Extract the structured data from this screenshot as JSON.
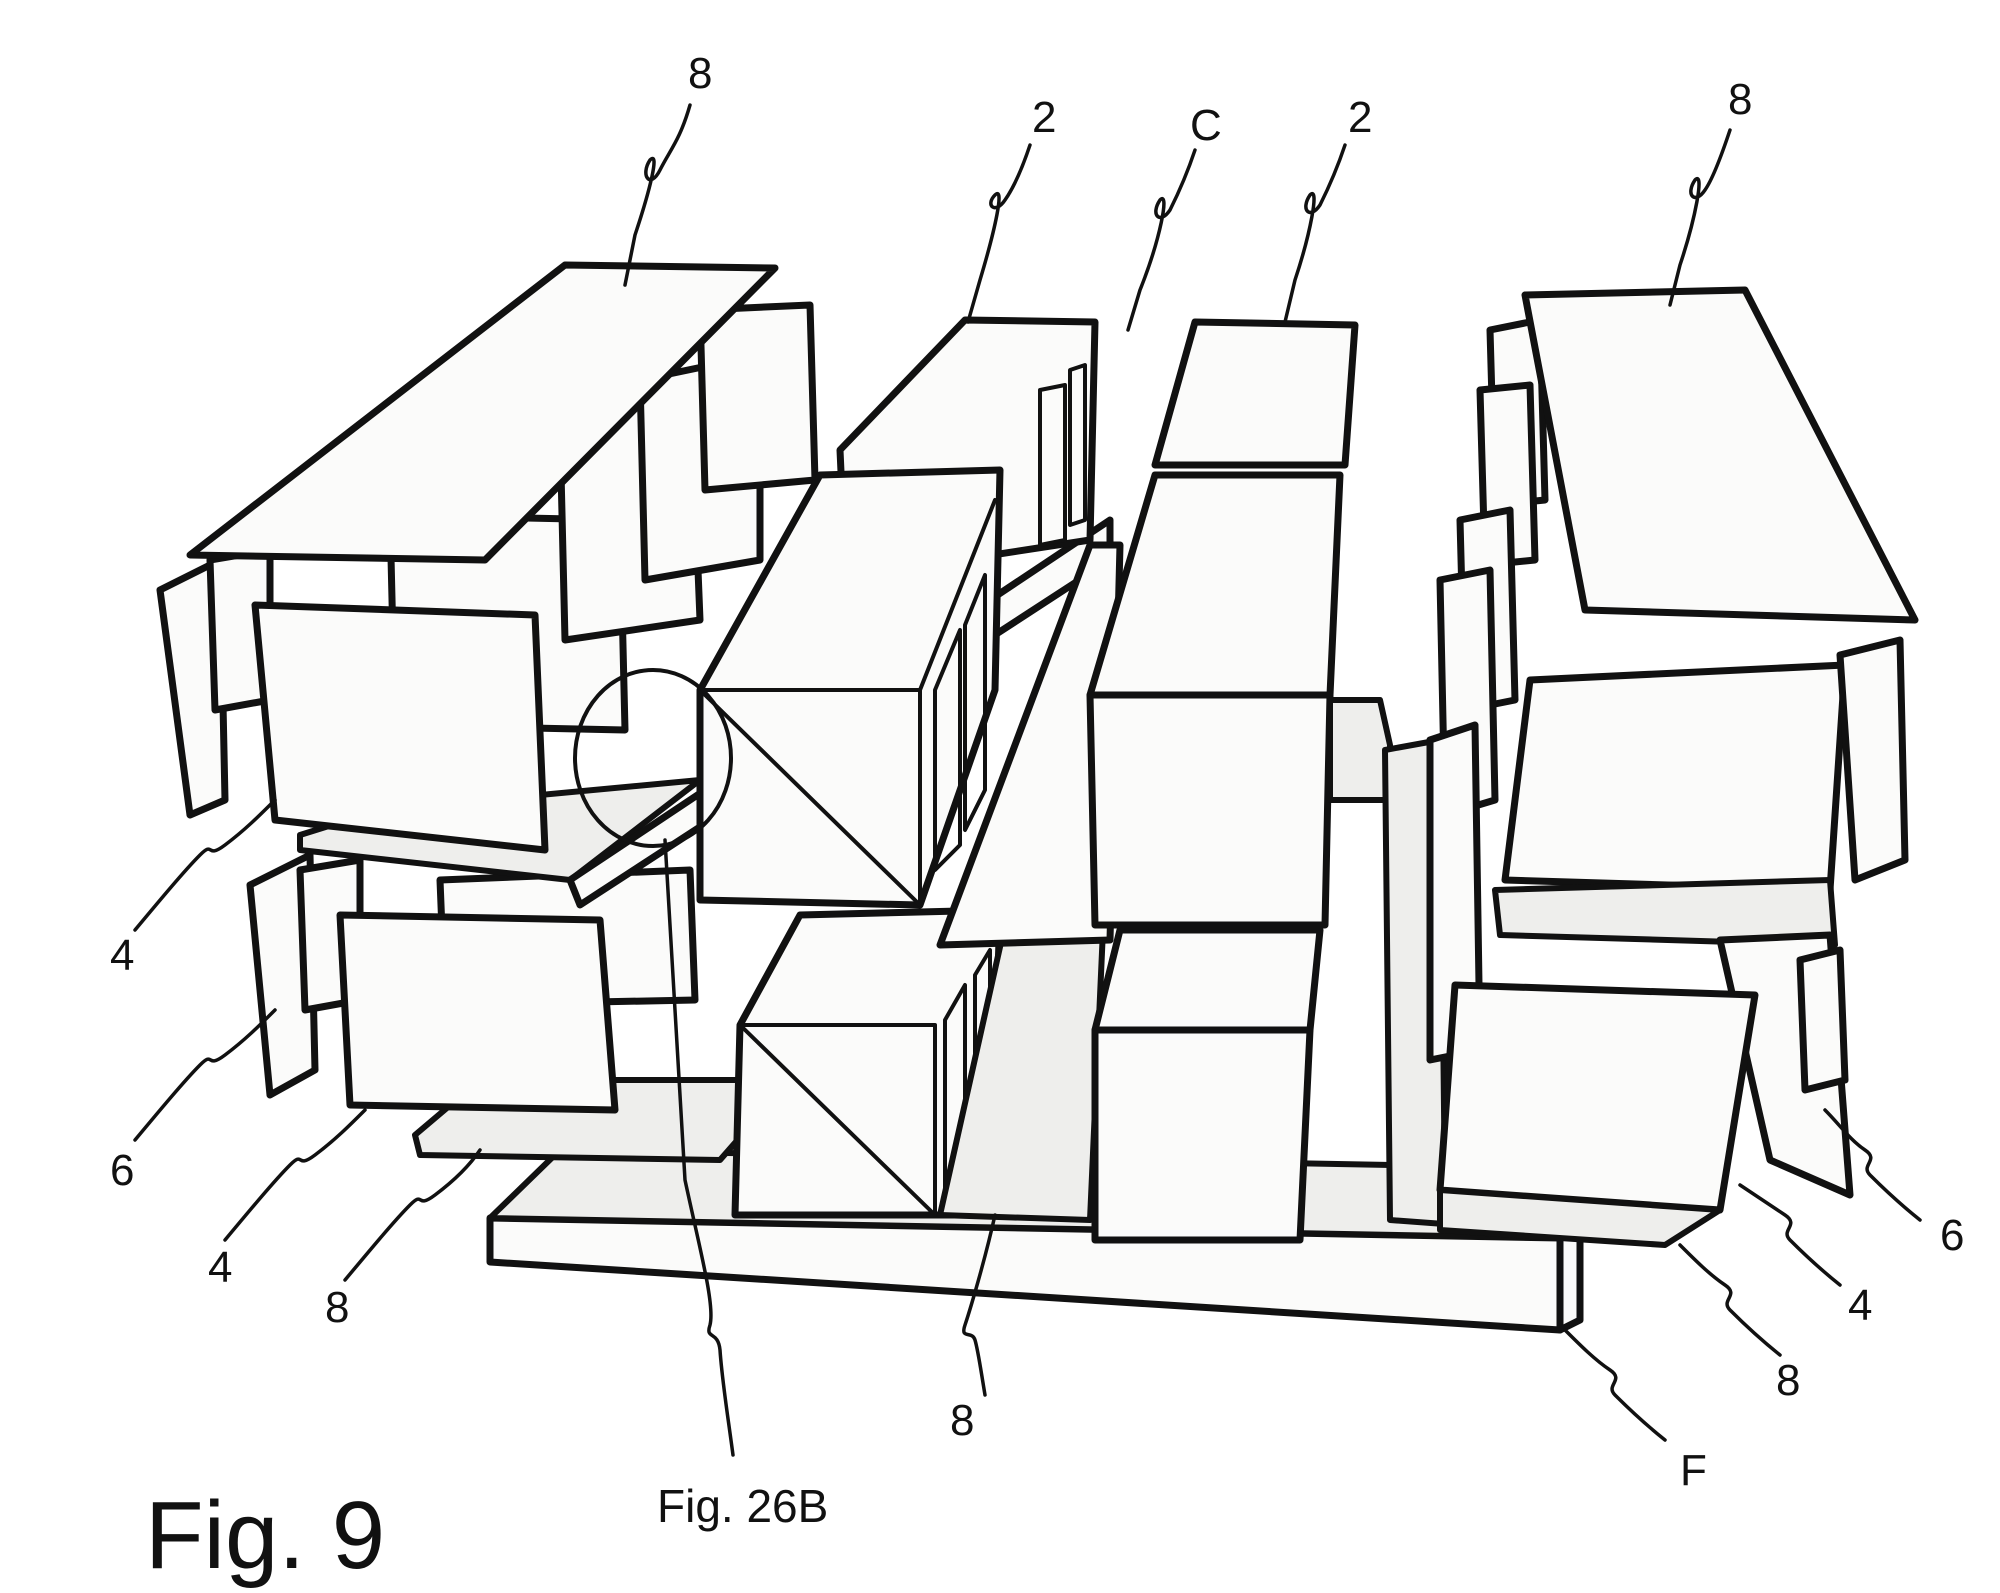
{
  "figure": {
    "caption": "Fig. 9",
    "detail_reference": "Fig. 26B",
    "labels": {
      "top_left_8": "8",
      "top_2_left": "2",
      "top_c": "C",
      "top_2_right": "2",
      "top_right_8": "8",
      "left_4_upper": "4",
      "left_6": "6",
      "left_4_lower": "4",
      "left_8": "8",
      "bottom_center_8": "8",
      "right_6": "6",
      "right_4": "4",
      "right_8": "8",
      "right_f": "F"
    }
  }
}
